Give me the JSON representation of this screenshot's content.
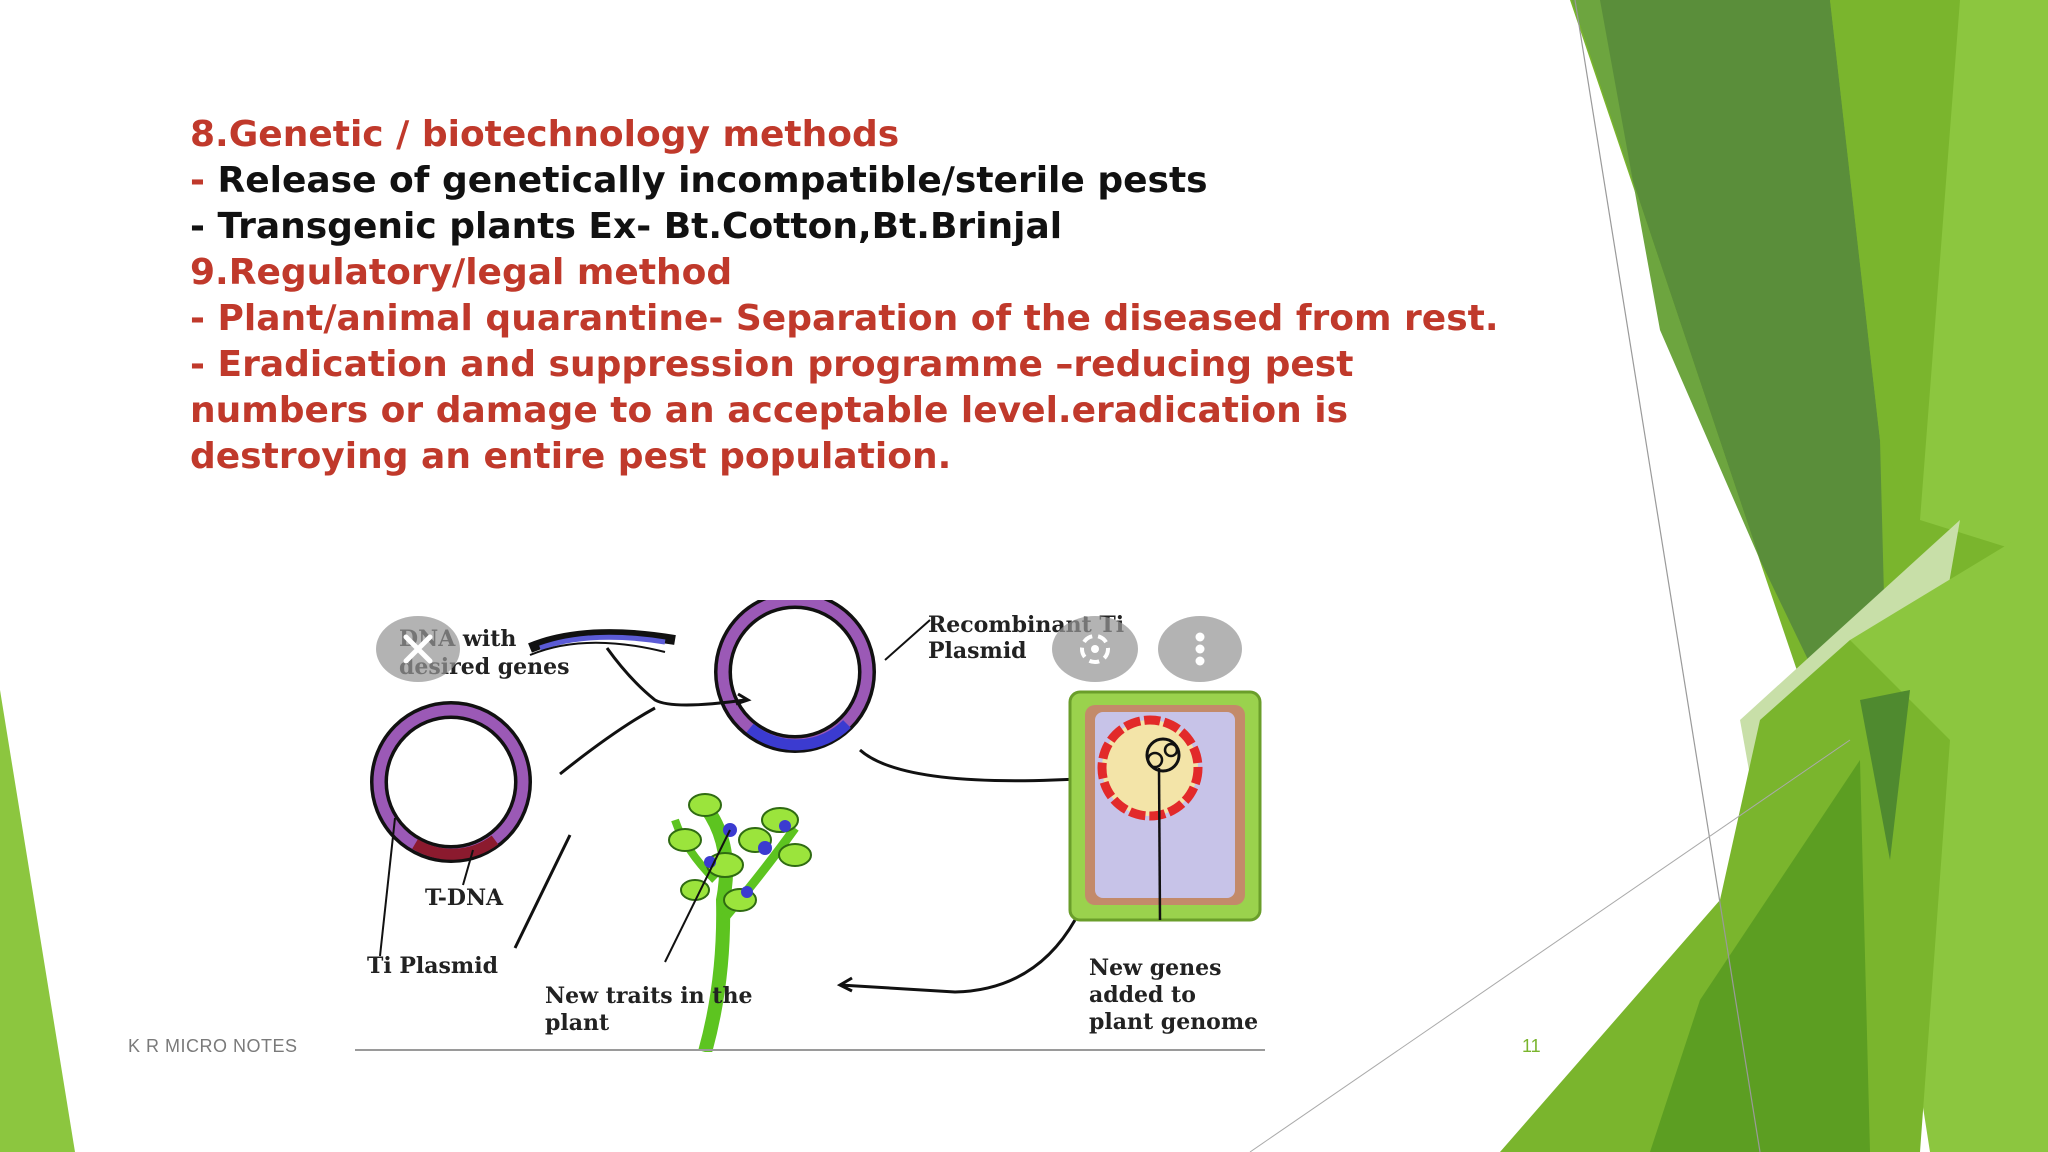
{
  "slide": {
    "lines": [
      {
        "prefix": "",
        "text": "8.Genetic / biotechnology methods"
      },
      {
        "prefix": "-",
        "text": " Release of genetically incompatible/sterile pests"
      },
      {
        "prefix": "",
        "text": "- Transgenic plants Ex- Bt.Cotton,Bt.Brinjal"
      },
      {
        "prefix": "",
        "text": "9.Regulatory/legal method"
      },
      {
        "prefix": "",
        "text": "- Plant/animal quarantine- Separation of the diseased from rest."
      },
      {
        "prefix": "",
        "text": "- Eradication and suppression programme –reducing pest"
      },
      {
        "prefix": "",
        "text": "numbers or damage to an acceptable level.eradication is"
      },
      {
        "prefix": "",
        "text": "destroying an entire pest population."
      }
    ],
    "footer_left": "K R MICRO NOTES",
    "page_number": "11"
  },
  "diagram": {
    "dna_label_1": "DNA with",
    "dna_label_2": "desired genes",
    "recombinant_1": "Recombinant Ti",
    "recombinant_2": "Plasmid",
    "tdna": "T-DNA",
    "ti_plasmid": "Ti Plasmid",
    "new_traits_1": "New traits in the",
    "new_traits_2": "plant",
    "new_genes_1": "New genes",
    "new_genes_2": "added to",
    "new_genes_3": "plant genome"
  },
  "overlay": {
    "close_icon": "close-icon",
    "lens_icon": "lens-icon",
    "more_icon": "more-vertical-icon"
  },
  "colors": {
    "heading_red": "#c0392b",
    "text_black": "#111111",
    "green_dark": "#4f8a2f",
    "green_light": "#8cc63f",
    "footer_number": "#7ab52d"
  }
}
